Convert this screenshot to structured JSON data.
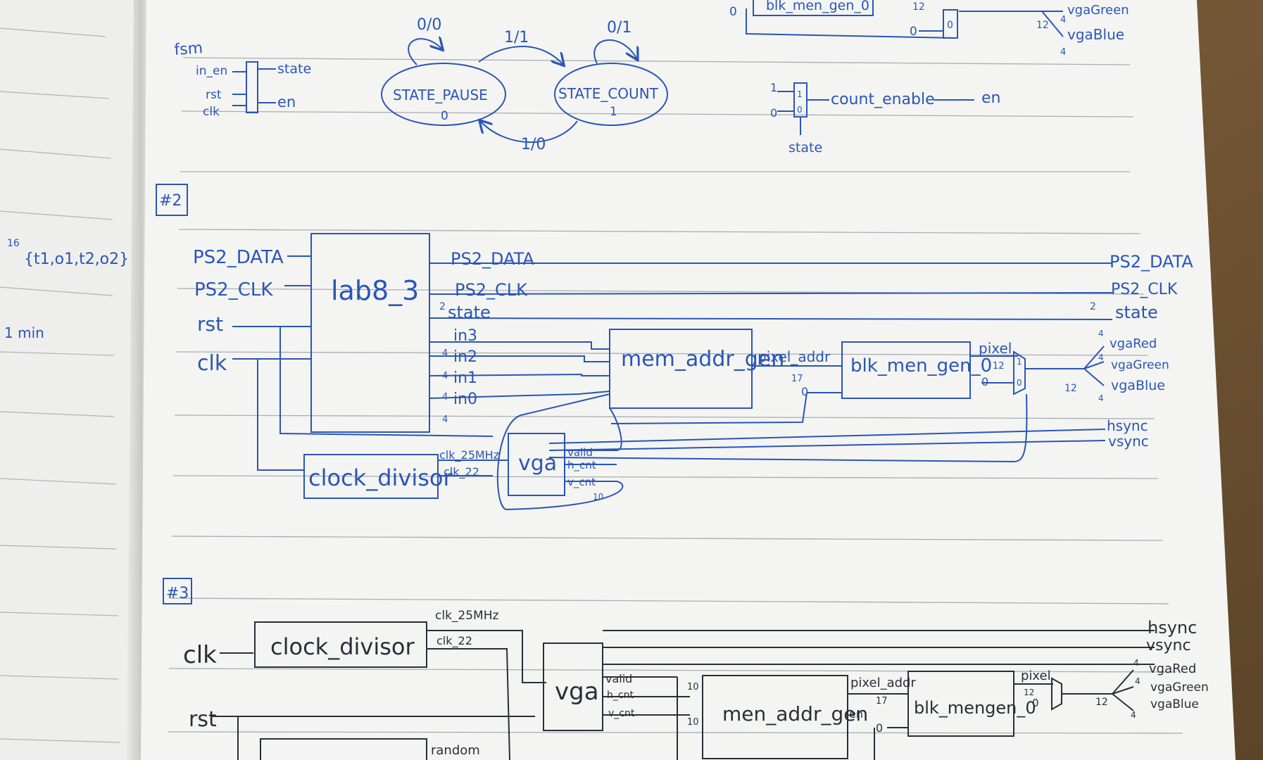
{
  "fsm": {
    "title": "fsm",
    "in_en": "in_en",
    "rst": "rst",
    "clk": "clk",
    "state": "state",
    "en": "en",
    "state_pause": "STATE_PAUSE",
    "state_pause_code": "0",
    "state_count": "STATE_COUNT",
    "state_count_code": "1",
    "t_pause_self": "0/0",
    "t_count_self": "0/1",
    "t_pause_to_count": "1/1",
    "t_count_to_pause": "1/0"
  },
  "top_right": {
    "block": "blk_men_gen_0",
    "vga_green": "vgaGreen",
    "vga_blue": "vgaBlue",
    "n12a": "12",
    "n12b": "12",
    "n4a": "4",
    "n4b": "4",
    "zero_left": "0",
    "zero_mux": "0",
    "mux_in0": "0"
  },
  "enable_mux": {
    "in1": "1",
    "in0": "0",
    "label_1": "1",
    "label_0": "0",
    "output": "count_enable",
    "en": "en",
    "select": "state"
  },
  "left_margin": {
    "expr": "{t1,o1,t2,o2}",
    "exp": "16",
    "note": "1 min"
  },
  "section2": {
    "tag": "#2",
    "inputs": [
      "PS2_DATA",
      "PS2_CLK",
      "rst",
      "clk"
    ],
    "lab_block": "lab8_3",
    "lab_outputs": [
      "PS2_DATA",
      "PS2_CLK",
      "state"
    ],
    "state_width": "2",
    "in_labels": [
      "in3",
      "in2",
      "in1",
      "in0"
    ],
    "in_widths": [
      "4",
      "4",
      "4",
      "4"
    ],
    "mem_addr": "mem_addr_gen",
    "pixel_addr": "pixel_addr",
    "pixel_addr_width": "17",
    "blk_mem": "blk_men_gen_0",
    "pixel": "pixel",
    "pixel_width": "12",
    "zero_a": "0",
    "zero_b": "0",
    "mux_1": "1",
    "mux_0": "0",
    "outputs": [
      "PS2_DATA",
      "PS2_CLK",
      "state",
      "vgaRed",
      "vgaGreen",
      "vgaBlue",
      "hsync",
      "vsync"
    ],
    "out_state_width": "2",
    "rgb_width_in": "12",
    "rgb_widths": [
      "4",
      "4",
      "4"
    ],
    "clock_divisor": "clock_divisor",
    "clk_25": "clk_25MHz",
    "clk_22": "clk_22",
    "vga": "vga",
    "vga_outs": [
      "valid",
      "h_cnt",
      "v_cnt"
    ],
    "v_cnt_width": "10"
  },
  "section3": {
    "tag": "#3",
    "clk": "clk",
    "rst": "rst",
    "clock_divisor": "clock_divisor",
    "clk_25": "clk_25MHz",
    "clk_22": "clk_22",
    "vga": "vga",
    "vga_outs": [
      "valid",
      "h_cnt",
      "v_cnt"
    ],
    "width_10a": "10",
    "width_10b": "10",
    "mem_addr": "men_addr_gen",
    "mem_en": "en",
    "pixel_addr": "pixel_addr",
    "pixel_addr_width": "17",
    "blk_mem": "blk_mengen_0",
    "pixel": "pixel",
    "pixel_width": "12",
    "zero_a": "0",
    "zero_b": "0",
    "width_12": "12",
    "outputs": [
      "hsync",
      "vsync",
      "vgaRed",
      "vgaGreen",
      "vgaBlue"
    ],
    "rgb_widths": [
      "4",
      "4",
      "4"
    ],
    "random": "random"
  },
  "colors": {
    "ink_blue": "#2a55b8",
    "ink_black": "#2a2e3a",
    "paper": "#f4f5f2",
    "wood": "#6b5234"
  }
}
